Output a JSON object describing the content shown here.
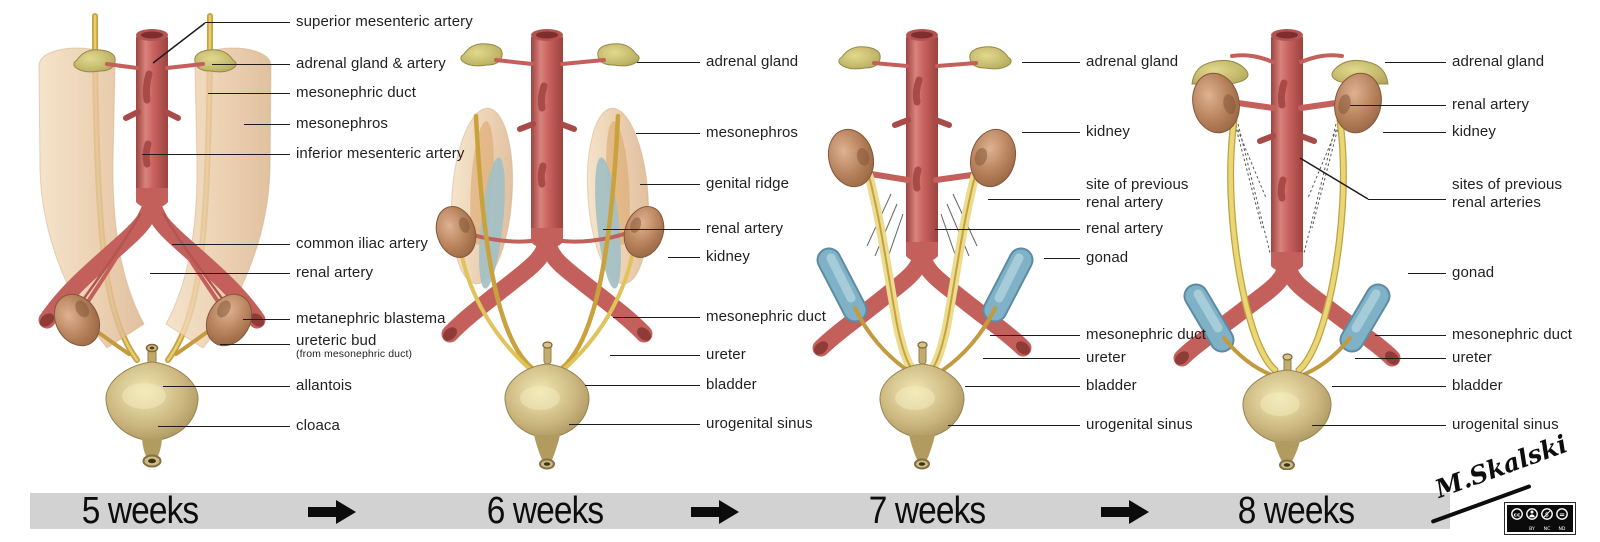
{
  "colors": {
    "aorta_red": "#c4605c",
    "kidney_brown": "#b5805a",
    "adrenal_yellow": "#cfc46e",
    "duct_yellow": "#c9a23e",
    "bladder_khaki": "#cdb981",
    "gonad_blue": "#7fb2c6",
    "mesonephros_tan": "#ecd0ae",
    "genital_ridge_bluegray": "#a4bfc4",
    "timeline_bar_gray": "#d2d2d2",
    "label_text": "#231f20"
  },
  "panels": [
    {
      "stage": "5 weeks",
      "labels": [
        {
          "text": "superior mesenteric artery"
        },
        {
          "text": "adrenal gland & artery"
        },
        {
          "text": "mesonephric duct"
        },
        {
          "text": "mesonephros"
        },
        {
          "text": "inferior mesenteric artery"
        },
        {
          "text": "common iliac artery"
        },
        {
          "text": "renal artery"
        },
        {
          "text": "metanephric blastema"
        },
        {
          "text": "ureteric bud",
          "sub": "(from mesonephric duct)"
        },
        {
          "text": "allantois"
        },
        {
          "text": "cloaca"
        }
      ]
    },
    {
      "stage": "6 weeks",
      "labels": [
        {
          "text": "adrenal gland"
        },
        {
          "text": "mesonephros"
        },
        {
          "text": "genital ridge"
        },
        {
          "text": "renal artery"
        },
        {
          "text": "kidney"
        },
        {
          "text": "mesonephric duct"
        },
        {
          "text": "ureter"
        },
        {
          "text": "bladder"
        },
        {
          "text": "urogenital sinus"
        }
      ]
    },
    {
      "stage": "7 weeks",
      "labels": [
        {
          "text": "adrenal gland"
        },
        {
          "text": "kidney"
        },
        {
          "text": "site of previous",
          "line2": "renal artery"
        },
        {
          "text": "renal artery"
        },
        {
          "text": "gonad"
        },
        {
          "text": "mesonephric duct"
        },
        {
          "text": "ureter"
        },
        {
          "text": "bladder"
        },
        {
          "text": "urogenital sinus"
        }
      ]
    },
    {
      "stage": "8 weeks",
      "labels": [
        {
          "text": "adrenal gland"
        },
        {
          "text": "renal artery"
        },
        {
          "text": "kidney"
        },
        {
          "text": "sites of previous",
          "line2": "renal arteries"
        },
        {
          "text": "gonad"
        },
        {
          "text": "mesonephric duct"
        },
        {
          "text": "ureter"
        },
        {
          "text": "bladder"
        },
        {
          "text": "urogenital sinus"
        }
      ]
    }
  ],
  "signature": "M.Skalski",
  "license": {
    "by": "BY",
    "nc": "NC",
    "nd": "ND"
  },
  "icons": {
    "timeline_arrow": "arrow-right",
    "license_icons": [
      "cc",
      "by",
      "nc",
      "nd"
    ]
  }
}
